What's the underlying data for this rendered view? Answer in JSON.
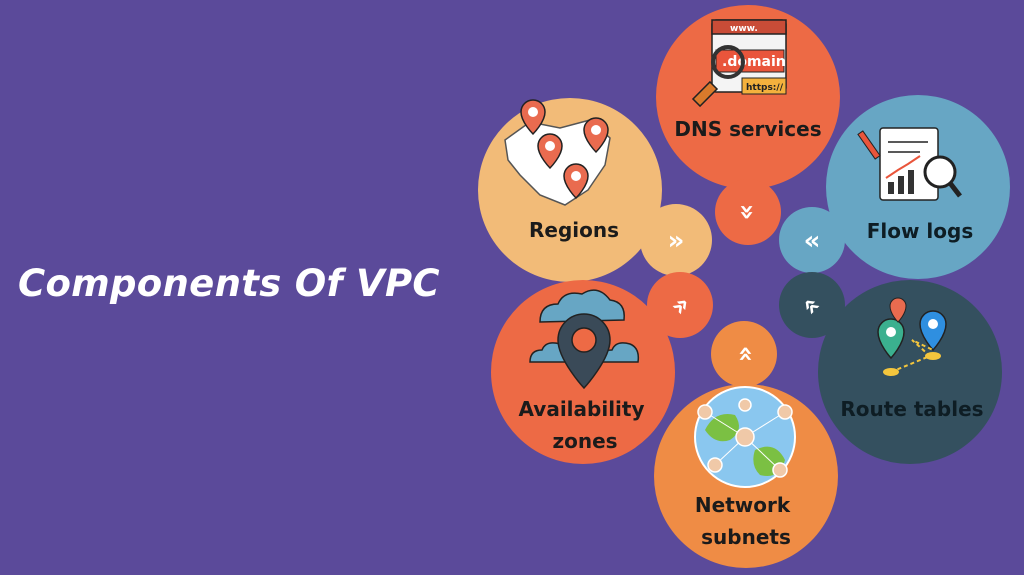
{
  "title": "Components Of VPC",
  "components": [
    {
      "label_lines": [
        "DNS services"
      ],
      "color": "#ed6a45",
      "icon": "domain-search-icon",
      "icon_text_1": "www.",
      "icon_text_2": ".domain",
      "icon_text_3": "https://"
    },
    {
      "label_lines": [
        "Flow logs"
      ],
      "color": "#67a6c4",
      "icon": "report-analysis-icon"
    },
    {
      "label_lines": [
        "Route tables"
      ],
      "color": "#34505f",
      "icon": "route-map-icon"
    },
    {
      "label_lines": [
        "Network",
        "subnets"
      ],
      "color": "#ef8c45",
      "icon": "global-network-icon"
    },
    {
      "label_lines": [
        "Availability",
        "zones"
      ],
      "color": "#ed6a45",
      "icon": "cloud-location-icon"
    },
    {
      "label_lines": [
        "Regions"
      ],
      "color": "#f2bb78",
      "icon": "map-pins-icon"
    }
  ],
  "colors": {
    "background": "#5b4a9a",
    "title": "#ffffff",
    "chevron": "#ffffff"
  }
}
